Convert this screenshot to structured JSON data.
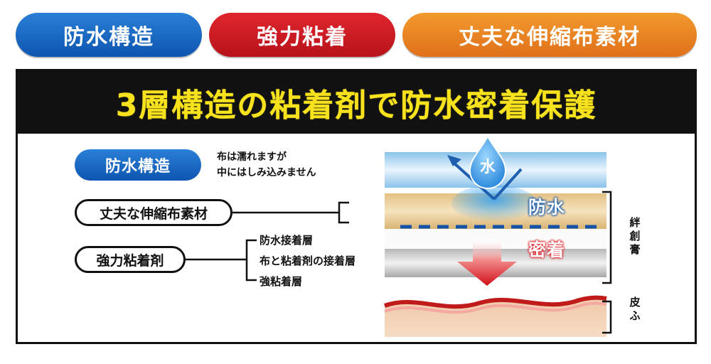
{
  "header": {
    "pills": [
      {
        "label": "防水構造",
        "color": "#1565c0"
      },
      {
        "label": "強力粘着",
        "color": "#c8161d"
      },
      {
        "label": "丈夫な伸縮布素材",
        "color": "#ea8521"
      }
    ]
  },
  "panel": {
    "title": "3層構造の粘着剤で防水密着保護",
    "title_color": "#f7e21d",
    "waterproof_label": "防水構造",
    "waterproof_note": [
      "布は濡れますが",
      "中にはしみ込みません"
    ],
    "fabric_label": "丈夫な伸縮布素材",
    "adhesive_label": "強力粘着剤",
    "adhesive_layers": [
      "防水接着層",
      "布と粘着剤の接着層",
      "強粘着層"
    ],
    "illustration": {
      "drop_label": "水",
      "waterproof_tag": "防水",
      "adhesion_tag": "密着",
      "bandage_label": [
        "絆",
        "創",
        "膏"
      ],
      "skin_label": [
        "皮",
        "ふ"
      ]
    }
  }
}
